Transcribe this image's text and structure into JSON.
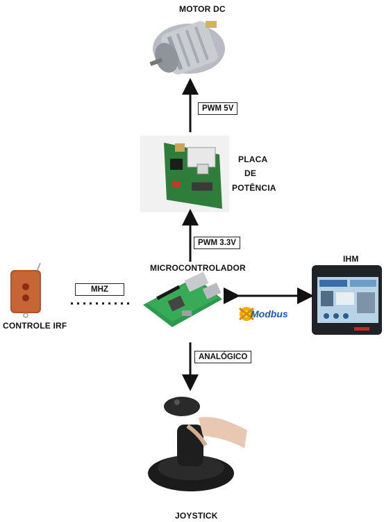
{
  "labels": {
    "motor": "MOTOR DC",
    "placa_line1": "PLACA",
    "placa_line2": "DE",
    "placa_line3": "POTÊNCIA",
    "micro": "MICROCONTROLADOR",
    "ihm": "IHM",
    "controle": "CONTROLE IRF",
    "joystick": "JOYSTICK"
  },
  "connections": {
    "pwm5": "PWM 5V",
    "pwm33": "PWM 3.3V",
    "mhz": "MHZ",
    "analogico": "ANALÓGICO",
    "modbus": "Modbus"
  }
}
